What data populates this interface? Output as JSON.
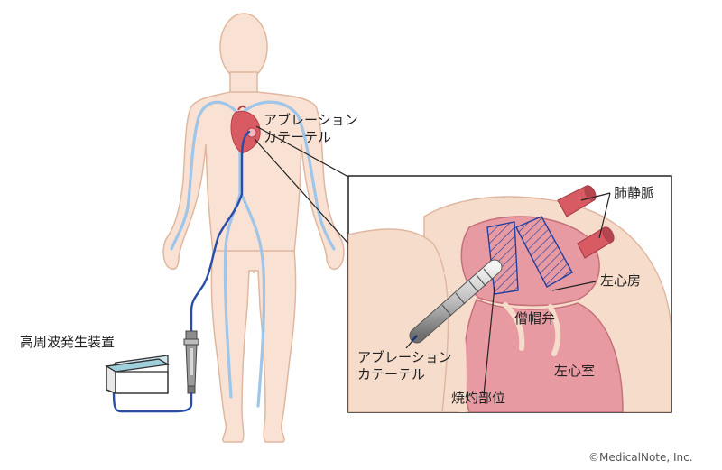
{
  "labels": {
    "catheter_line1": "アブレーション",
    "catheter_line2": "カテーテル",
    "generator": "高周波発生装置",
    "pulmonary_vein": "肺静脈",
    "left_atrium": "左心房",
    "mitral_valve": "僧帽弁",
    "left_ventricle": "左心室",
    "inset_catheter_line1": "アブレーション",
    "inset_catheter_line2": "カテーテル",
    "ablation_site": "焼灼部位"
  },
  "copyright": "©MedicalNote, Inc.",
  "colors": {
    "skin": "#f9e2d3",
    "skin_outline": "#e0b7a0",
    "vessel": "#9fc5e8",
    "catheter": "#2a4ea8",
    "heart": "#d85a62",
    "chamber": "#e79aa2",
    "hatch": "#2340a0",
    "box_border": "#222222",
    "device_top": "#9fd1dc"
  }
}
